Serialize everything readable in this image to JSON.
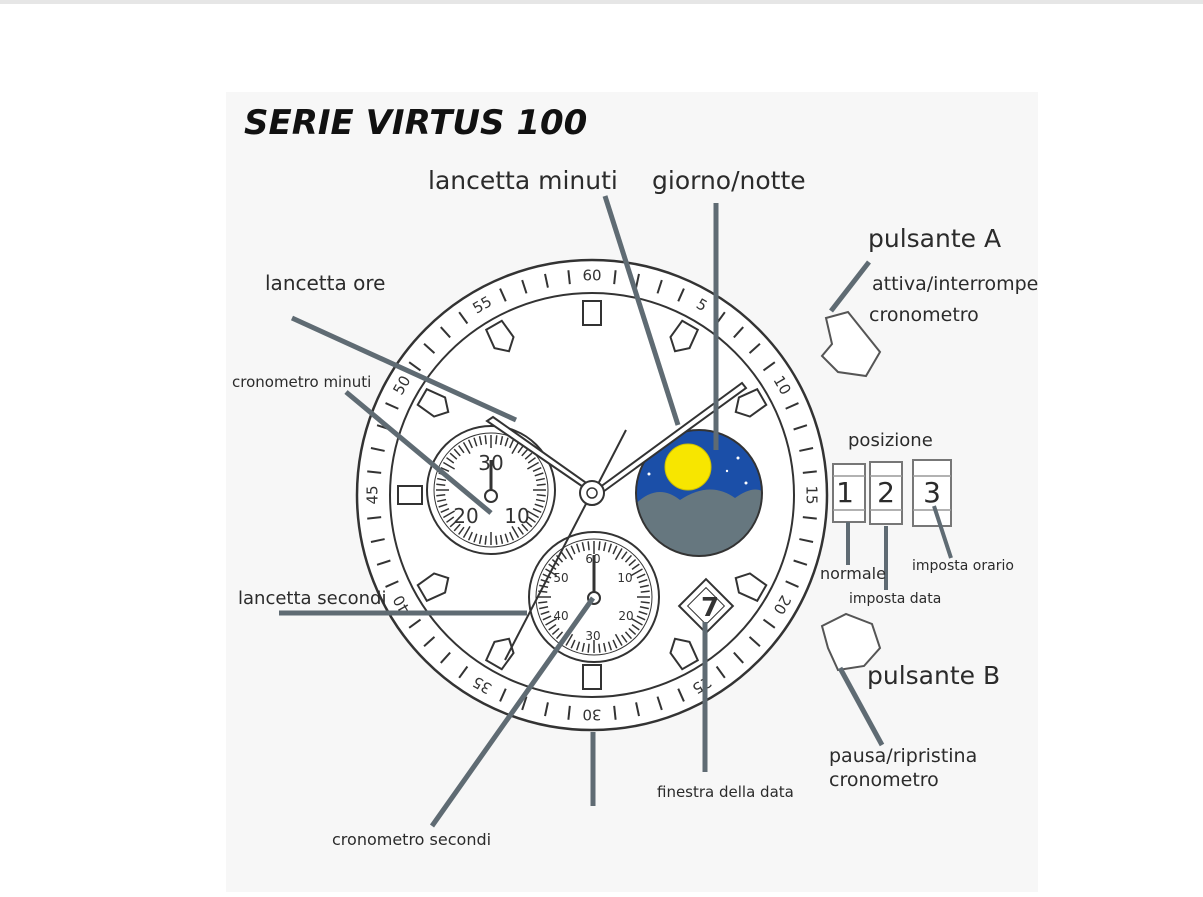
{
  "title": "SERIE VIRTUS 100",
  "labels": {
    "minute_hand": "lancetta minuti",
    "day_night": "giorno/notte",
    "button_a": "pulsante A",
    "button_a_desc_1": "attiva/interrompe",
    "button_a_desc_2": "cronometro",
    "hour_hand": "lancetta ore",
    "chrono_minutes": "cronometro minuti",
    "position": "posizione",
    "normal": "normale",
    "set_time": "imposta orario",
    "set_date": "imposta data",
    "second_hand": "lancetta secondi",
    "button_b": "pulsante B",
    "button_b_desc_1": "pausa/ripristina",
    "button_b_desc_2": "cronometro",
    "date_window": "finestra della data",
    "chrono_seconds": "cronometro secondi"
  },
  "crown_positions": [
    "1",
    "2",
    "3"
  ],
  "date_value": "7",
  "bezel_numbers": [
    "60",
    "5",
    "10",
    "15",
    "20",
    "25",
    "30",
    "35",
    "40",
    "45",
    "50",
    "55"
  ],
  "subdial_minutes_numbers": [
    "30",
    "20",
    "10"
  ],
  "subdial_seconds_numbers": [
    "60",
    "10",
    "20",
    "30",
    "40",
    "50"
  ],
  "colors": {
    "leader": "#5f6b73",
    "sky": "#1b4fa8",
    "moon": "#f7e600",
    "hills": "#66777f"
  }
}
